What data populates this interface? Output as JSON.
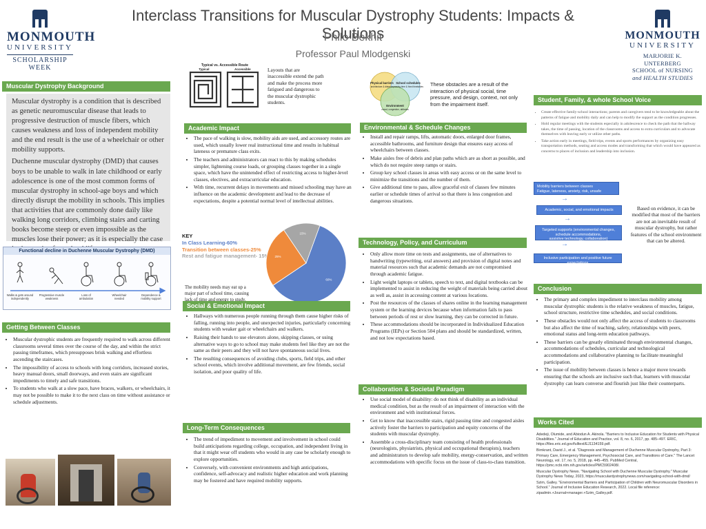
{
  "header": {
    "title": "Interclass Transitions for Muscular Dystrophy Students: Impacts & Solutions",
    "author": "Philo Bekhit",
    "professor": "Professor Paul Mlodgenski",
    "left_logo": {
      "name": "MONMOUTH",
      "sub": "UNIVERSITY",
      "week": "SCHOLARSHIP WEEK"
    },
    "right_logo": {
      "name": "MONMOUTH",
      "sub": "UNIVERSITY",
      "school_1": "MARJORIE K. UNTERBERG",
      "school_2": "SCHOOL of NURSING",
      "school_3": "and HEALTH STUDIES"
    }
  },
  "sections": {
    "background": {
      "heading": "Muscular Dystrophy Background",
      "p1": "Muscular dystrophy is a condition that is described as genetic neuromuscular disease that leads to progressive destruction of muscle fibers, which causes weakness and loss of independent mobility and the end result is the use of a wheelchair or other mobility supports.",
      "p2": "Duchenne muscular dystrophy (DMD) that causes boys to be unable to walk in late childhood or early adolescence is one of the most common forms of muscular dystrophy in school-age boys and which directly disrupt the mobility in schools. This implies that activities that are commonly done daily like walking long corridors, climbing stairs and carting books become steep or even impossible as the muscles lose their power; as it is especially the case in the routine fast school life."
    },
    "dmd_figure": {
      "title": "Functional decline in Duchenne Muscular Dystrophy (DMD)"
    },
    "getting_between": {
      "heading": "Getting Between Classes",
      "items": [
        "Muscular dystrophic students are frequently required to walk across different classrooms several times over the course of the day, and within the strict passing timeframes, which presupposes brisk walking and effortless ascending the staircases.",
        "The impossibility of access to schools with long corridors, increased stories, heavy manual doors, small doorways, and even stairs are significant impediments to timely and safe transitions.",
        "To students who walk at a slow pace, have braces, walkers, or wheelchairs, it may not be possible to make it to the next class on time without assistance or schedule adjustments."
      ]
    },
    "routes_caption": "Layouts that are inaccessible extend the path and make the process more fatigued and dangerous to the muscular dystrophic students.",
    "routes_figure": {
      "title": "Typical vs. Accessible Route",
      "left": "Typical",
      "right": "Accessible"
    },
    "academic": {
      "heading": "Academic Impact",
      "items": [
        "The pace of walking is slow, mobility aids are used, and accessory routes are used, which usually lower real instructional time and results in habitual lateness or premature class exits.",
        "The teachers and administrators can react to this by making schedules simpler, lightening course loads, or grouping classes together in a single space, which have the unintended effect of restricting access to higher-level classes, electives, and extracurricular education.",
        "With time, recurrent delays in movements and missed schooling may have an influence on the academic development and lead to the decrease of expectations, despite a potential normal level of intellectual abilities."
      ]
    },
    "key": {
      "label": "KEY",
      "items": [
        "In Class Learning-60%",
        "Transition between classes-25%",
        "Rest and fatigue management- 15%"
      ],
      "caption": "The mobility needs may eat up a major part of school time, causing lack of time and energy to study."
    },
    "social": {
      "heading": "Social & Emotional Impact",
      "items": [
        "Hallways with numerous people running through them cause higher risks of falling, running into people, and unexpected injuries, particularly concerning students with weaker gait or wheelchairs and walkers.",
        "Raising their hands to use elevators alone, skipping classes, or using alternative ways to go to school may make students feel like they are not the same as their peers and they will not have spontaneous social lives.",
        "The resulting consequences of avoiding clubs, sports, field trips, and other school events, which involve additional movement, are few friends, social isolation, and poor quality of life."
      ]
    },
    "long_term": {
      "heading": "Long-Term Consequences",
      "items": [
        "The trend of impediment to movement and involvement in school could build anticipations regarding college, occupation, and independent living in that it might wear off students who would in any case be scholarly enough to explore opportunities.",
        "Conversely, with convenient environments and high anticipations, confidence, self-advocacy and realistic higher education and work planning may be fostered and have required mobility supports."
      ]
    },
    "venn": {
      "circles": [
        {
          "title": "Physical barriers",
          "text": "architecture & distance"
        },
        {
          "title": "School schedules",
          "text": "passing time & fixed timetables"
        },
        {
          "title": "Environment",
          "text": "crowd, congestion, attitudes"
        }
      ],
      "caption": "These obstacles are a result of the interaction of physical social, time pressure, and design, context, not only from the impairment itself."
    },
    "environmental": {
      "heading": "Environmental & Schedule Changes",
      "items": [
        "Install and repair ramps, lifts, automatic doors, enlarged door frames, accessible bathrooms, and furniture design that ensures easy access of wheelchairs between classes.",
        "Make aisles free of debris and plan paths which are as short as possible, and which do not require steep ramps or stairs.",
        "Group key school classes in areas with easy access or on the same level to minimize the transitions and the number of them.",
        "Give additional time to pass, allow graceful exit of classes few minutes earlier or schedule times of arrival so that there is less congestion and dangerous situations."
      ]
    },
    "technology": {
      "heading": "Technology, Policy, and Curriculum",
      "items": [
        "Only allow more time on tests and assignments, use of alternatives to handwriting (typewriting, oral answers) and provision of digital notes and material resources such that academic demands are not compromised through academic fatigue.",
        "Light weight laptops or tablets, speech to text, and digital textbooks can be implemented to assist in reducing the weight of materials being carried about as well as, assist in accessing content at various locations.",
        "Post the resources of the classes of shares online in the learning management system or the learning devices because when information fails to pass between periods of rest or slow learning, they can be corrected in future.",
        "These accommodations should be incorporated in Individualized Education Programs (IEPs) or Section 504 plans and should be standardized, written, and not low expectations based."
      ]
    },
    "collaboration": {
      "heading": "Collaboration & Societal Paradigm",
      "items": [
        "Use social model of disability: do not think of disability as an individual medical condition, but as the result of an impairment of interaction with the environment and with institutional forces.",
        "Get to know that inaccessible stairs, rigid passing time and congested aisles actively foster the barriers to participation and equity concerns of the students with muscular dystrophy.",
        "Assemble a cross-disciplinary team consisting of health professionals (neurologists, physiatrists, physical and occupational therapists), teachers and administrators to develop safe mobility, energy-conservation, and written accommodations with specific focus on the issue of class-to-class transition."
      ]
    },
    "student_voice": {
      "heading": "Student, Family, & whole School Voice",
      "items": [
        "Create effective family-school interactions; parents and caregivers tend to be knowledgeable about the patterns of fatigue and mobility daily and can help to modify the support as the condition progresses.",
        "Hold regular meetings with the students especially in adolescence to check the path that the hallway takes, the time of passing, location of the classrooms and access to extra curriculars and to advocate themselves with leaving early or utilize other paths.",
        "Take action early in meetings, field trips, events and sports performances by organizing easy transportation methods, seating and access modes and transforming that which would have appeared as concerns to places of inclusion and leadership into inclusion."
      ]
    },
    "flow": {
      "boxes": [
        "Mobility barriers between classes\nFatigue, lateness, anxiety, risk, unsafe",
        "Academic, social, and emotional impacts",
        "Targeted supports (environmental changes, schedule accommodations,\nassistive technology, collaboration)",
        "Inclusive participation and positive future expectations"
      ],
      "caption": "Based on evidence, it can be modified that most of the barriers are not an inevitable result of muscular dystrophy, but rather features of the school environment that can be altered."
    },
    "conclusion": {
      "heading": "Conclusion",
      "items": [
        "The primary and complex impediment to interclass mobility among muscular dystrophic students is the relative weakness of muscles, fatigue, school structure, restrictive time schedules, and social conditions.",
        "These obstacles would not only affect the access of students to classrooms but also affect the time of teaching, safety, relationships with peers, emotional status and long-term education pathways.",
        "These barriers can be greatly eliminated through environmental changes, accommodations of schedules, curricular and technological accommodations and collaborative planning to facilitate meaningful participation.",
        "The issue of mobility between classes is hence a major move towards ensuring that the schools are inclusive such that, learners with muscular dystrophy can learn converse and flourish just like their counterparts."
      ]
    },
    "works_cited": {
      "heading": "Works Cited",
      "refs": [
        "Adedeji, Olumide, and Abiodun A. Akinola. \"Barriers to Inclusive Education for Students with Physical Disabilities.\" Journal of Education and Practice, vol. 8, no. 6, 2017, pp. 485–497. ERIC, https://files.eric.ed.gov/fulltext/EJ1134159.pdf.",
        "Birnkrant, David J., et al. \"Diagnosis and Management of Duchenne Muscular Dystrophy, Part 3: Primary Care, Emergency Management, Psychosocial Care, and Transitions of Care.\" The Lancet Neurology, vol. 17, no. 5, 2018, pp. 445–455. PubMed Central, https://pmc.ncbi.nlm.nih.gov/articles/PMC5902408/.",
        "Muscular Dystrophy News. \"Navigating School with Duchenne Muscular Dystrophy.\" Muscular Dystrophy News Today, 2023, https://musculardystrophynews.com/navigating-school-with-dmd/",
        "Szim, Galley. \"Environmental Barriers and Participation of Children with Neuromuscular Disorders in School.\" Journal of Inclusive Education Research, 2022. Local file reference: zipadmin.+Journal+manager.+Szim_Galley.pdf."
      ]
    }
  },
  "chart_data": {
    "type": "pie",
    "categories": [
      "In Class Learning",
      "Transition between classes",
      "Rest and fatigue management"
    ],
    "values": [
      60,
      25,
      15
    ],
    "slice_labels": [
      "60%",
      "25%",
      "15%"
    ],
    "colors": [
      "#5b7fc7",
      "#ef8a3b",
      "#a6a6a6"
    ]
  },
  "colors": {
    "section_green": "#6aa84f",
    "brand_navy": "#1f3a63",
    "flow_blue": "#4f7fd8"
  }
}
